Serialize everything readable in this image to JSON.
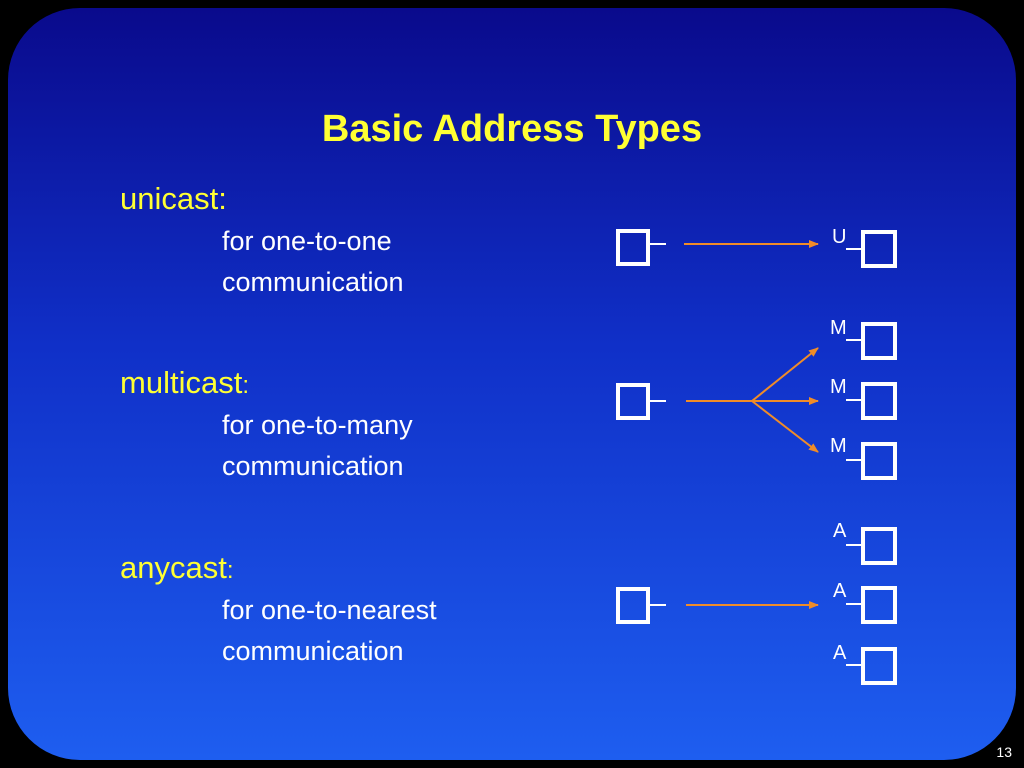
{
  "title": "Basic Address Types",
  "page_number": "13",
  "colors": {
    "background_top": "#0a0a8c",
    "background_bottom": "#1e5ef0",
    "title": "#ffff33",
    "term": "#ffff33",
    "text": "#ffffff",
    "arrow": "#f08c28",
    "node": "#ffffff"
  },
  "address_types": [
    {
      "term": "unicast",
      "colon": ":",
      "desc_line1": "for one-to-one",
      "desc_line2": "communication",
      "targets": [
        "U"
      ]
    },
    {
      "term": "multicast",
      "colon": ":",
      "desc_line1": "for one-to-many",
      "desc_line2": "communication",
      "targets": [
        "M",
        "M",
        "M"
      ]
    },
    {
      "term": "anycast",
      "colon": ":",
      "desc_line1": "for one-to-nearest",
      "desc_line2": "communication",
      "targets": [
        "A",
        "A",
        "A"
      ]
    }
  ]
}
